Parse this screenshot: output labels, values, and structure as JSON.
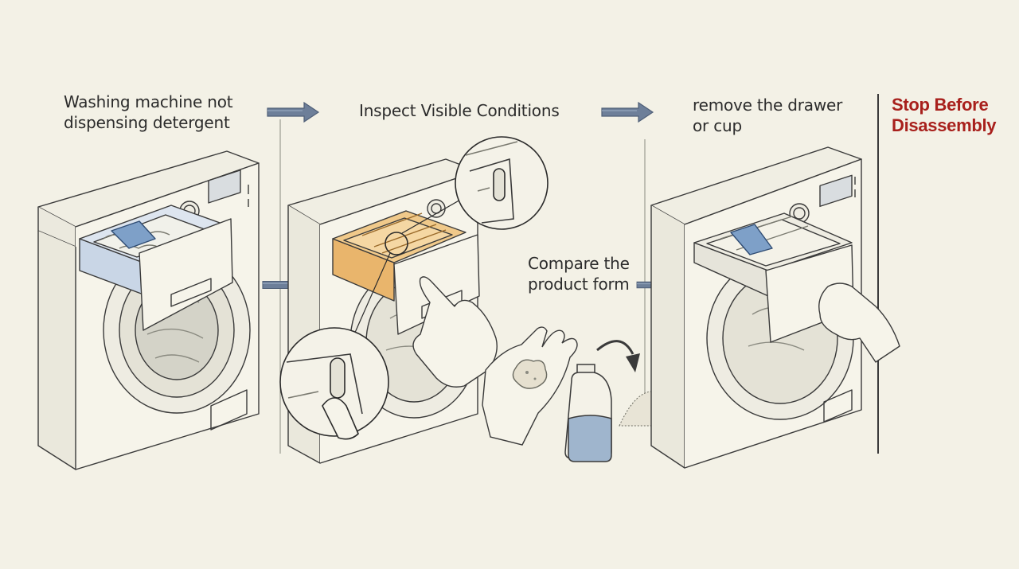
{
  "steps": {
    "problem": {
      "line1": "Washing machine not",
      "line2": "dispensing detergent"
    },
    "inspect": {
      "title": "Inspect Visible Conditions"
    },
    "remove": {
      "line1": "remove the drawer",
      "line2": "or cup"
    },
    "compare": {
      "line1": "Compare the",
      "line2": "product form"
    },
    "stop": {
      "line1": "Stop Before",
      "line2": "Disassembly"
    }
  },
  "colors": {
    "background": "#f3f1e6",
    "ink": "#3a3a3a",
    "arrow": "#6d7f99",
    "drawer_blue": "#c9d6e6",
    "drawer_orange": "#e9b56c",
    "stop_text": "#a8201c",
    "liquid": "#9fb5cd"
  },
  "icons": [
    "arrow-right-icon",
    "magnifier-circle-icon",
    "detergent-bottle-icon",
    "powder-pile-icon",
    "curved-arrow-icon",
    "hand-icon"
  ]
}
